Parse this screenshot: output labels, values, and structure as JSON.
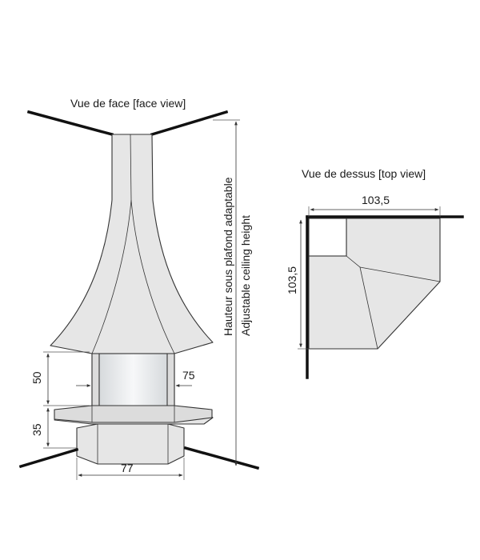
{
  "front_view": {
    "title": "Vue de face [face view]",
    "height_label_fr": "Hauteur sous plafond adaptable",
    "height_label_en": "Adjustable ceiling height",
    "dim_opening_height": "50",
    "dim_base_height": "35",
    "dim_opening_width": "75",
    "dim_base_width": "77"
  },
  "top_view": {
    "title": "Vue de dessus [top view]",
    "dim_width": "103,5",
    "dim_depth": "103,5"
  }
}
